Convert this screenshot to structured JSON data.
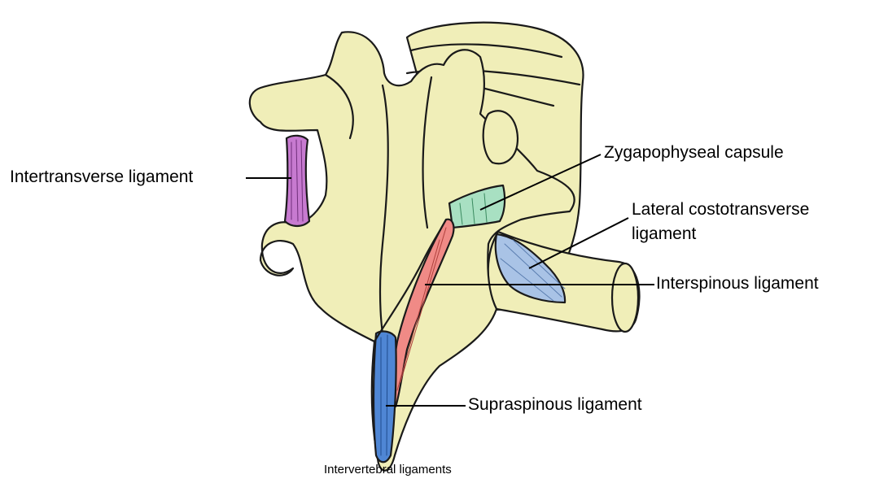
{
  "labels": {
    "intertransverse": "Intertransverse ligament",
    "zygapophyseal": "Zygapophyseal capsule",
    "lateral_costotransverse_line1": "Lateral costotransverse",
    "lateral_costotransverse_line2": "ligament",
    "interspinous": "Interspinous ligament",
    "supraspinous": "Supraspinous ligament",
    "caption": "Intervertebral ligaments"
  },
  "colors": {
    "bone": "#f0eeb8",
    "outline": "#1a1a1a",
    "intertransverse_ligament": "#c77ad0",
    "zygapophyseal_capsule": "#a8e0c2",
    "lateral_costotransverse_ligament": "#a9c3e6",
    "interspinous_ligament": "#f08a86",
    "supraspinous_ligament": "#4f86d4"
  }
}
